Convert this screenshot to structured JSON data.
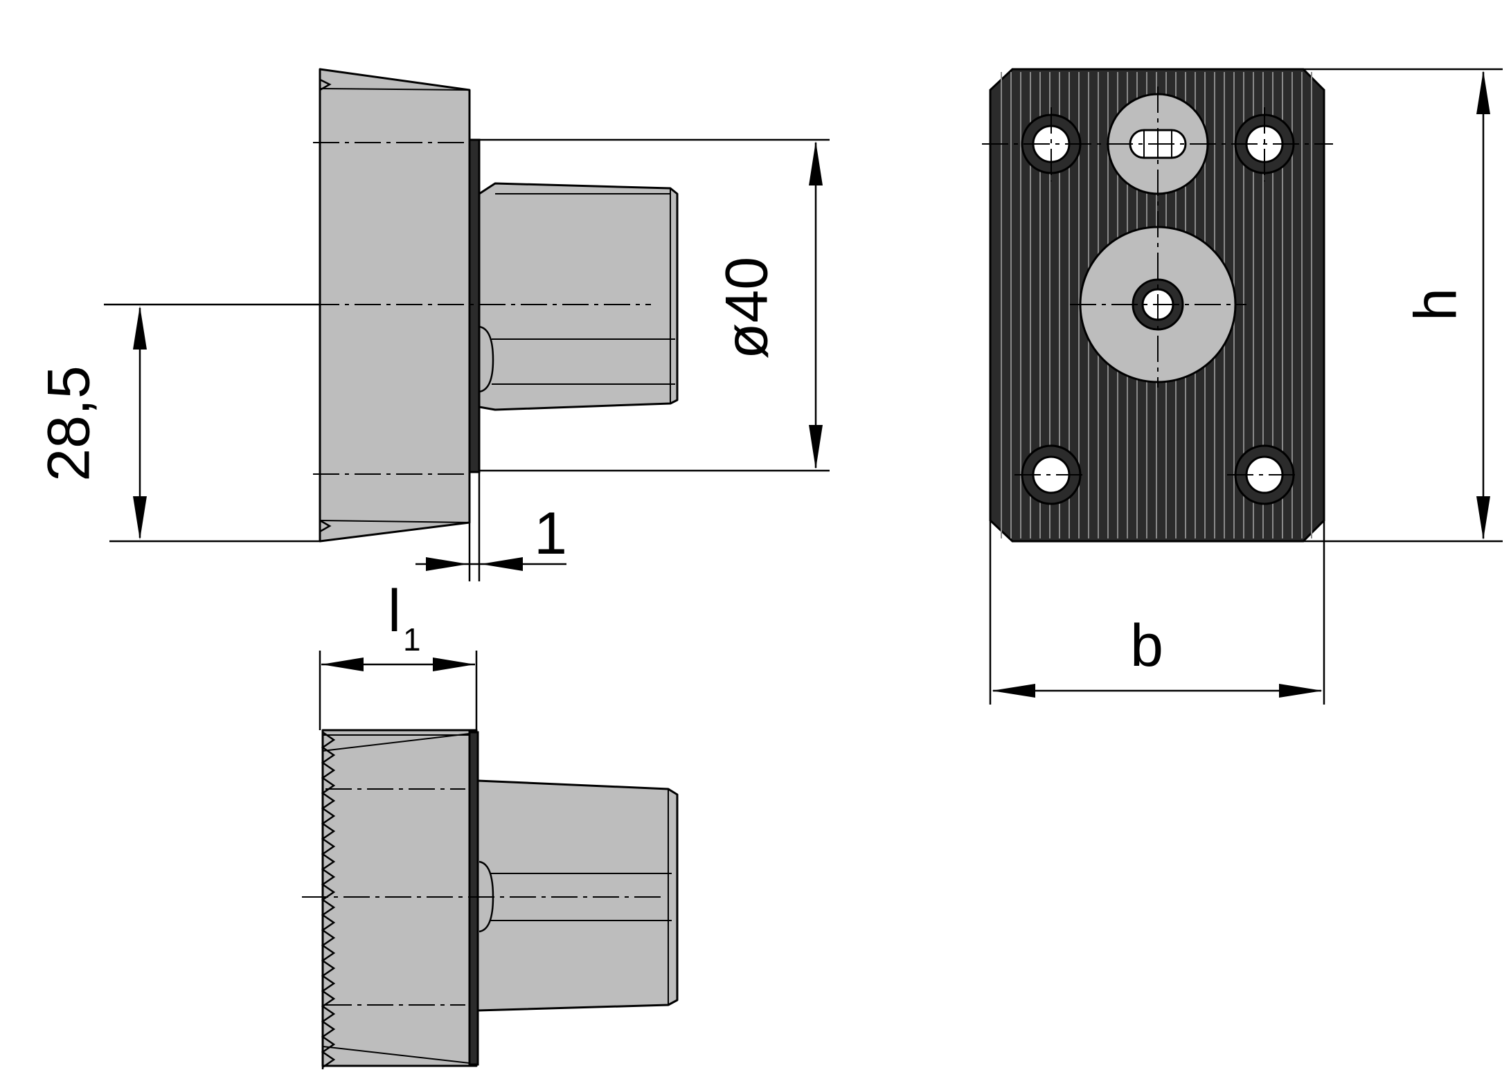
{
  "dimensions": {
    "dim_28_5": "28,5",
    "dim_40": "ø40",
    "dim_1": "1",
    "dim_l1_main": "l",
    "dim_l1_sub": "1",
    "dim_b": "b",
    "dim_h": "h"
  },
  "colors": {
    "part_fill": "#bdbdbd",
    "plate_fill": "#2b2b2b",
    "line": "#000000"
  }
}
